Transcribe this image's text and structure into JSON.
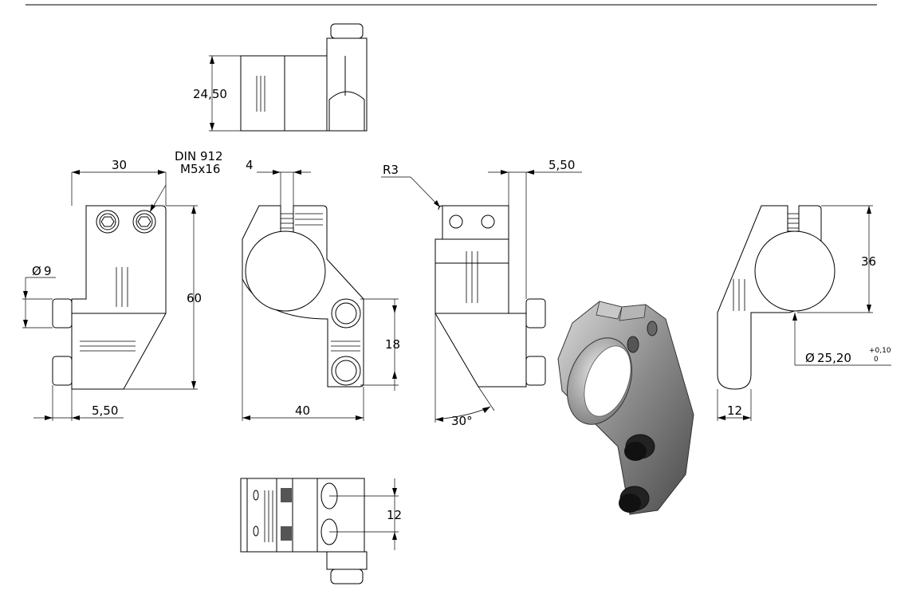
{
  "dimensions": {
    "top_height": "24,50",
    "width_30": "30",
    "screw_line1": "DIN 912",
    "screw_line2": "M5x16",
    "slot_width": "4",
    "radius": "R3",
    "offset_right": "5,50",
    "diameter_9": "9",
    "height_60": "60",
    "pitch_18": "18",
    "offset_left": "5,50",
    "width_40": "40",
    "angle": "30°",
    "height_36": "36",
    "bore_diameter": "25,20",
    "tol_upper": "+0,10",
    "tol_lower": "0",
    "width_12_right": "12",
    "pitch_12_bottom": "12",
    "diameter_symbol": "Ø"
  }
}
